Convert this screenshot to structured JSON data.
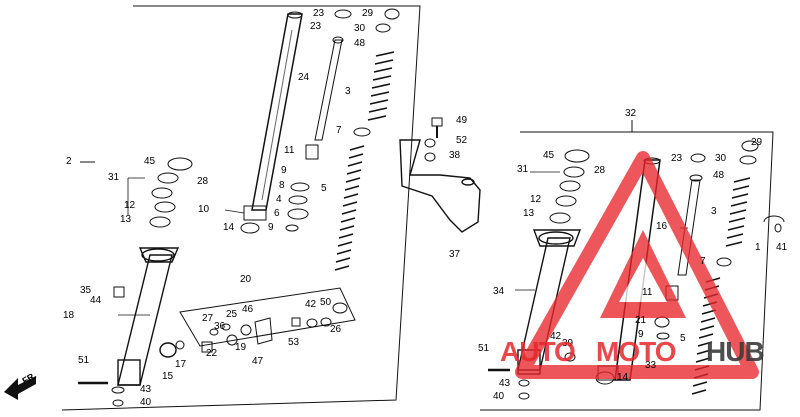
{
  "callouts": {
    "c23a": "23",
    "c29a": "29",
    "c23b": "23",
    "c30a": "30",
    "c48a": "48",
    "c24": "24",
    "c3a": "3",
    "c7a": "7",
    "c11a": "11",
    "c9a": "9",
    "c8": "8",
    "c4": "4",
    "c6": "6",
    "c5a": "5",
    "c9b": "9",
    "c10": "10",
    "c14a": "14",
    "c2": "2",
    "c45a": "45",
    "c31a": "31",
    "c28a": "28",
    "c12a": "12",
    "c13a": "13",
    "c35": "35",
    "c44": "44",
    "c18": "18",
    "c51a": "51",
    "c43a": "43",
    "c40a": "40",
    "c17": "17",
    "c15": "15",
    "c20": "20",
    "c27": "27",
    "c36": "36",
    "c25": "25",
    "c46": "46",
    "c22": "22",
    "c19": "19",
    "c47": "47",
    "c53": "53",
    "c42a": "42",
    "c50": "50",
    "c26": "26",
    "c49": "49",
    "c52": "52",
    "c38": "38",
    "c37": "37",
    "c32": "32",
    "c29b": "29",
    "c23c": "23",
    "c30b": "30",
    "c48b": "48",
    "c45b": "45",
    "c31b": "31",
    "c28b": "28",
    "c12b": "12",
    "c13b": "13",
    "c3b": "3",
    "c16": "16",
    "c1": "1",
    "c41": "41",
    "c7b": "7",
    "c34": "34",
    "c11b": "11",
    "c21": "21",
    "c9c": "9",
    "c42b": "42",
    "c39": "39",
    "c5b": "5",
    "c33": "33",
    "c14b": "14",
    "c51b": "51",
    "c43b": "43",
    "c40b": "40"
  },
  "direction_label": "FR.",
  "watermark": {
    "text_left": "AUTO",
    "text_mid": "MOTO",
    "text_right": "HUB",
    "color_red": "#e8262b",
    "color_dark": "#3b3b3b"
  }
}
